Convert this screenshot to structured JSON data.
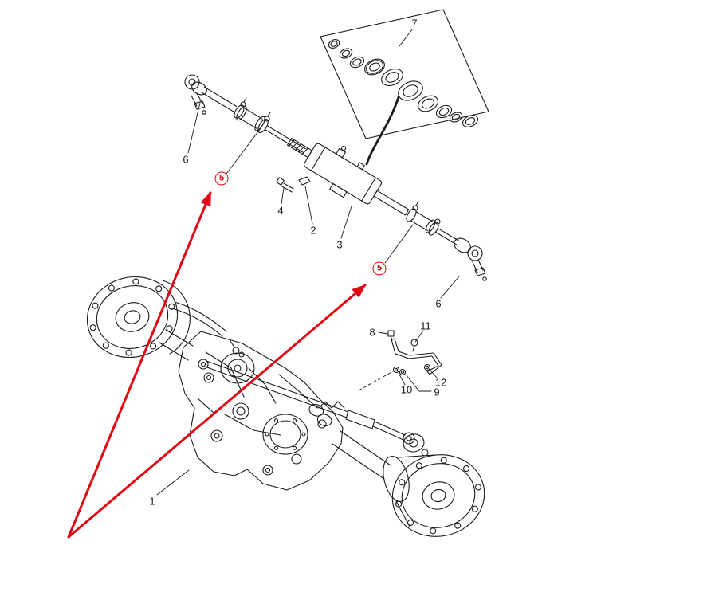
{
  "figure": {
    "type": "exploded-parts-diagram",
    "subject": "Front axle with steering cylinder, tie rod ends and seal kit",
    "background_color": "#ffffff",
    "line_color": "#1a1a1a",
    "highlight_color": "#e30613"
  },
  "callouts": [
    {
      "id": "part-7",
      "text": "7",
      "style": "plain"
    },
    {
      "id": "part-6-left",
      "text": "6",
      "style": "plain"
    },
    {
      "id": "part-5-left",
      "text": "5",
      "style": "red-circle"
    },
    {
      "id": "part-4",
      "text": "4",
      "style": "plain"
    },
    {
      "id": "part-2",
      "text": "2",
      "style": "plain"
    },
    {
      "id": "part-3",
      "text": "3",
      "style": "plain"
    },
    {
      "id": "part-5-right",
      "text": "5",
      "style": "red-circle"
    },
    {
      "id": "part-6-right",
      "text": "6",
      "style": "plain"
    },
    {
      "id": "part-8",
      "text": "8",
      "style": "plain"
    },
    {
      "id": "part-11",
      "text": "11",
      "style": "plain"
    },
    {
      "id": "part-12",
      "text": "12",
      "style": "plain"
    },
    {
      "id": "part-10",
      "text": "10",
      "style": "plain"
    },
    {
      "id": "part-9",
      "text": "9",
      "style": "plain"
    },
    {
      "id": "part-1",
      "text": "1",
      "style": "plain"
    }
  ]
}
